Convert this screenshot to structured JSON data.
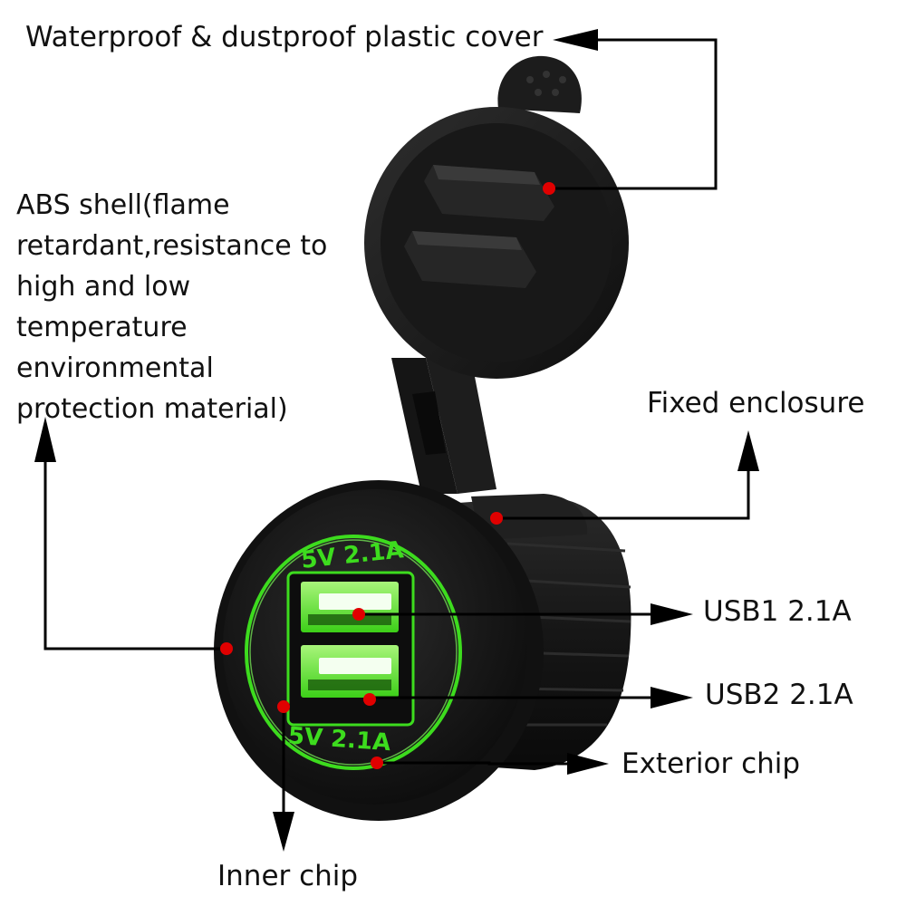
{
  "labels": {
    "cover": "Waterproof & dustproof plastic cover",
    "abs_shell": [
      "ABS shell(flame",
      "retardant,resistance to",
      "high and low",
      "temperature",
      "environmental",
      "protection material)"
    ],
    "fixed_enclosure": "Fixed enclosure",
    "usb1": "USB1 2.1A",
    "usb2": "USB2 2.1A",
    "exterior_chip": "Exterior chip",
    "inner_chip": "Inner chip"
  },
  "product": {
    "top_marking": "5V 2.1A",
    "bottom_marking": "5V 2.1A"
  },
  "colors": {
    "body": "#1b1b1b",
    "glow": "#3ddc1e",
    "marker": "#e00000",
    "line": "#000000"
  }
}
